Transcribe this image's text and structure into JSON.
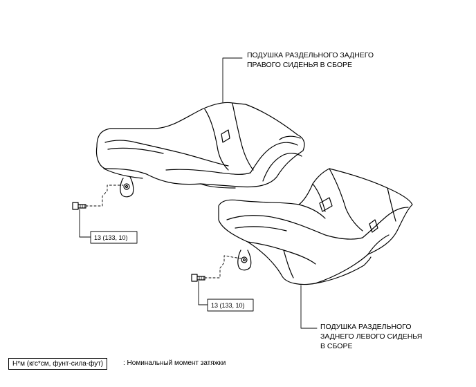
{
  "labels": {
    "right_cushion": [
      "ПОДУШКА РАЗДЕЛЬНОГО ЗАДНЕГО",
      "ПРАВОГО СИДЕНЬЯ В СБОРЕ"
    ],
    "left_cushion": [
      "ПОДУШКА РАЗДЕЛЬНОГО",
      "ЗАДНЕГО ЛЕВОГО СИДЕНЬЯ",
      "В СБОРЕ"
    ]
  },
  "torque": {
    "right_bolt": "13 (133, 10)",
    "left_bolt": "13 (133, 10)"
  },
  "legend": {
    "unit": "Н*м (кгс*см, фунт-сила-фут)",
    "description": ": Номинальный момент затяжки"
  }
}
